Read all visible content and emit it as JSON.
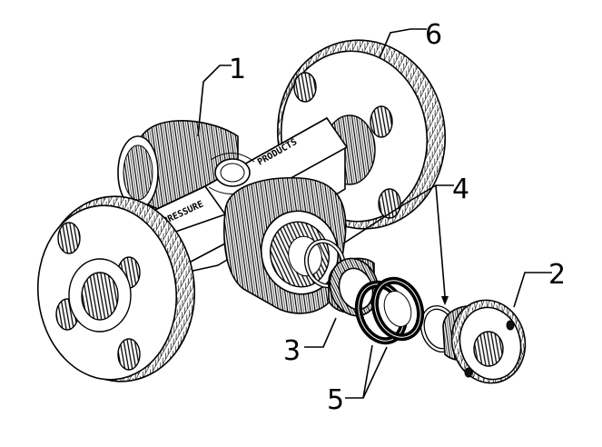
{
  "callouts": {
    "c1": "1",
    "c2": "2",
    "c3": "3",
    "c4": "4",
    "c5": "5",
    "c6": "6"
  },
  "body_labels": {
    "pressure": "PRESSURE",
    "products": "PRODUCTS"
  },
  "colors": {
    "ink": "#000000",
    "paper": "#ffffff"
  }
}
